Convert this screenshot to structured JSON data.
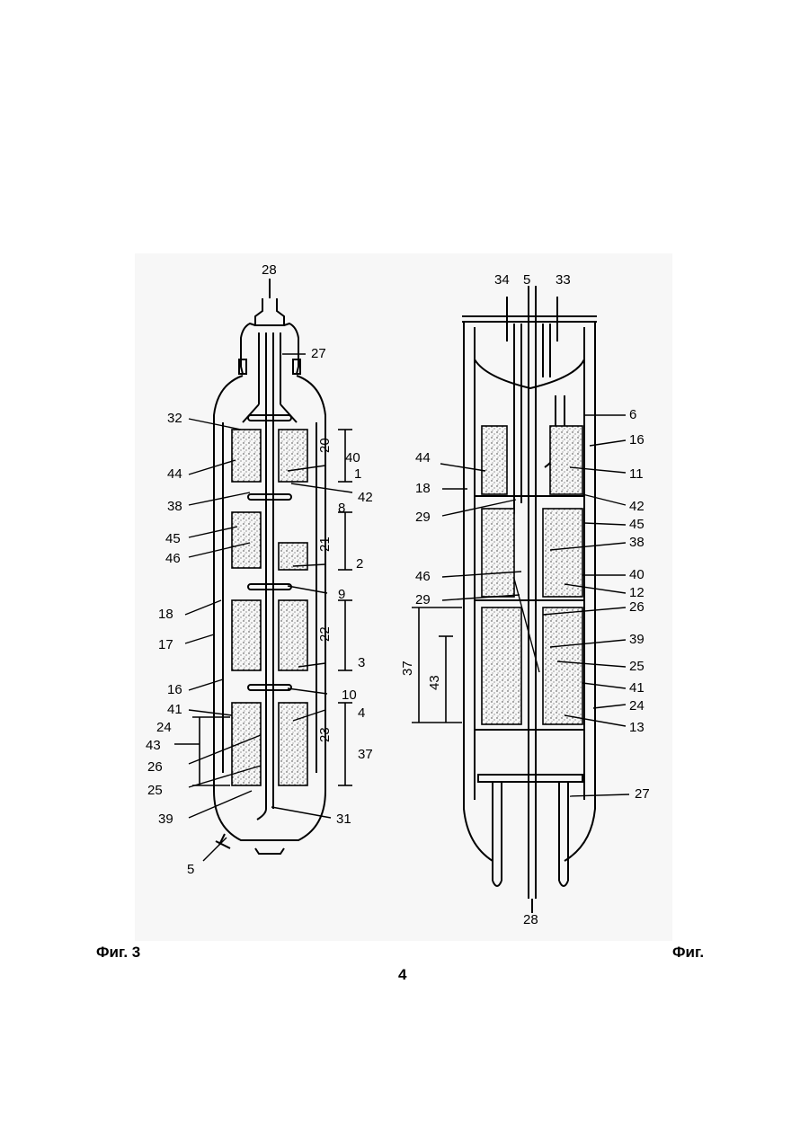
{
  "captions": {
    "fig3": "Фиг. 3",
    "fig4_word": "Фиг.",
    "fig4_number": "4"
  },
  "figure3": {
    "labels": [
      "28",
      "27",
      "32",
      "20",
      "40",
      "44",
      "1",
      "38",
      "42",
      "8",
      "45",
      "46",
      "21",
      "2",
      "9",
      "18",
      "22",
      "17",
      "3",
      "16",
      "10",
      "41",
      "4",
      "24",
      "43",
      "23",
      "37",
      "26",
      "25",
      "39",
      "31",
      "5"
    ]
  },
  "figure4": {
    "labels": [
      "34",
      "5",
      "33",
      "6",
      "16",
      "44",
      "11",
      "18",
      "29",
      "42",
      "45",
      "38",
      "46",
      "40",
      "12",
      "29",
      "26",
      "39",
      "37",
      "43",
      "25",
      "41",
      "24",
      "13",
      "27",
      "28"
    ]
  },
  "colors": {
    "ink": "#000000",
    "paper": "#ffffff",
    "panel": "#f7f7f7"
  }
}
